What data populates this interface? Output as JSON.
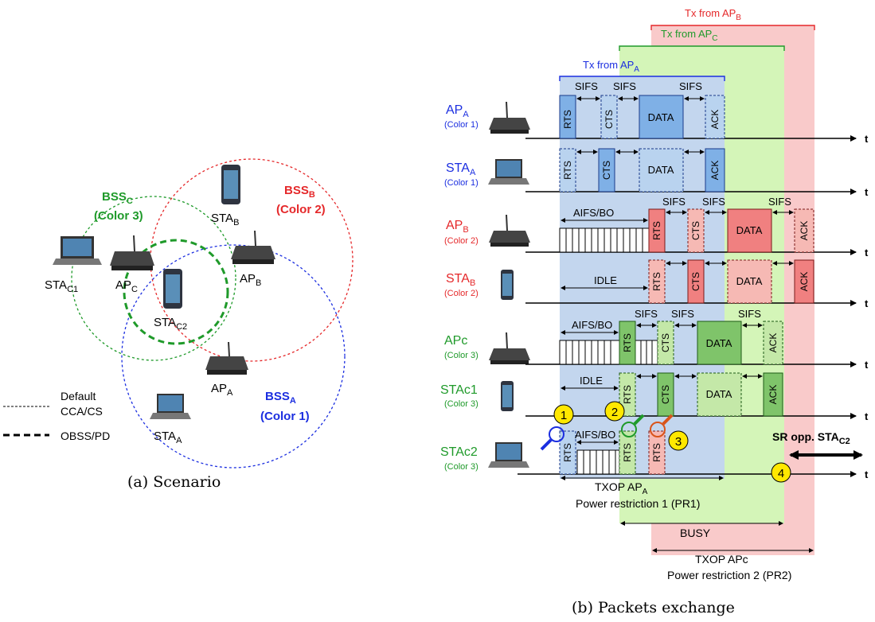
{
  "scenario": {
    "caption": "(a) Scenario",
    "stations": {
      "sta_b": {
        "main": "STA",
        "sub": "B"
      },
      "sta_c1": {
        "main": "STA",
        "sub": "C1"
      },
      "ap_c": {
        "main": "AP",
        "sub": "C"
      },
      "ap_b": {
        "main": "AP",
        "sub": "B"
      },
      "sta_c2": {
        "main": "STA",
        "sub": "C2"
      },
      "ap_a": {
        "main": "AP",
        "sub": "A"
      },
      "sta_a": {
        "main": "STA",
        "sub": "A"
      }
    },
    "bss": {
      "c": {
        "main": "BSS",
        "sub": "C",
        "color": "(Color 3)",
        "hex": "#1f9a2a"
      },
      "b": {
        "main": "BSS",
        "sub": "B",
        "color": "(Color 2)",
        "hex": "#e5282a"
      },
      "a": {
        "main": "BSS",
        "sub": "A",
        "color": "(Color 1)",
        "hex": "#1b2ee0"
      }
    },
    "legend": {
      "default_1": "Default",
      "default_2": "CCA/CS",
      "obss": "OBSS/PD"
    }
  },
  "exchange": {
    "caption": "(b) Packets exchange",
    "tx": {
      "b": {
        "main": "Tx from AP",
        "sub": "B"
      },
      "c": {
        "main": "Tx from AP",
        "sub": "C"
      },
      "a": {
        "main": "Tx from AP",
        "sub": "A"
      }
    },
    "rows": [
      {
        "main": "AP",
        "sub": "A",
        "color": "(Color 1)",
        "hex": "#1b2ee0"
      },
      {
        "main": "STA",
        "sub": "A",
        "color": "(Color 1)",
        "hex": "#1b2ee0"
      },
      {
        "main": "AP",
        "sub": "B",
        "color": "(Color 2)",
        "hex": "#e5282a"
      },
      {
        "main": "STA",
        "sub": "B",
        "color": "(Color 2)",
        "hex": "#e5282a"
      },
      {
        "main": "APc",
        "sub": "",
        "color": "(Color 3)",
        "hex": "#1f9a2a"
      },
      {
        "main": "STAc1",
        "sub": "",
        "color": "(Color 3)",
        "hex": "#1f9a2a"
      },
      {
        "main": "STAc2",
        "sub": "",
        "color": "(Color 3)",
        "hex": "#1f9a2a"
      }
    ],
    "frames": {
      "rts": "RTS",
      "cts": "CTS",
      "data": "DATA",
      "ack": "ACK"
    },
    "sifs": "SIFS",
    "aifs": "AIFS/BO",
    "idle": "IDLE",
    "t": "t",
    "markers": [
      "1",
      "2",
      "3",
      "4"
    ],
    "sr_opp": {
      "main": "SR opp. STA",
      "sub": "C2"
    },
    "txop_a": {
      "main": "TXOP AP",
      "sub": "A"
    },
    "pr1": "Power restriction 1 (PR1)",
    "busy": "BUSY",
    "txop_c": "TXOP APc",
    "pr2": "Power restriction 2 (PR2)"
  }
}
